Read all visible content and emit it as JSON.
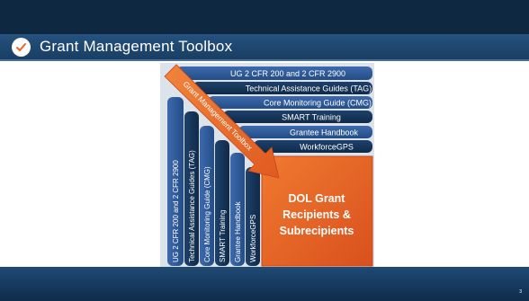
{
  "slide": {
    "title": "Grant Management Toolbox",
    "page_number": "3"
  },
  "diagram": {
    "arrow_label": "Grant Management Toolbox",
    "target_lines": [
      "DOL Grant",
      "Recipients &",
      "Subrecipients"
    ],
    "resources": [
      "UG 2 CFR 200 and 2 CFR 2900",
      "Technical Assistance Guides (TAG)",
      "Core Monitoring Guide (CMG)",
      "SMART Training",
      "Grantee Handbook",
      "WorkforceGPS"
    ],
    "colors": {
      "title_bar": "#25527f",
      "bar_blue": "#2f5a99",
      "bar_dark": "#14335a",
      "arrow_orange": "#e8662a",
      "target_orange": "#e35a22"
    }
  }
}
